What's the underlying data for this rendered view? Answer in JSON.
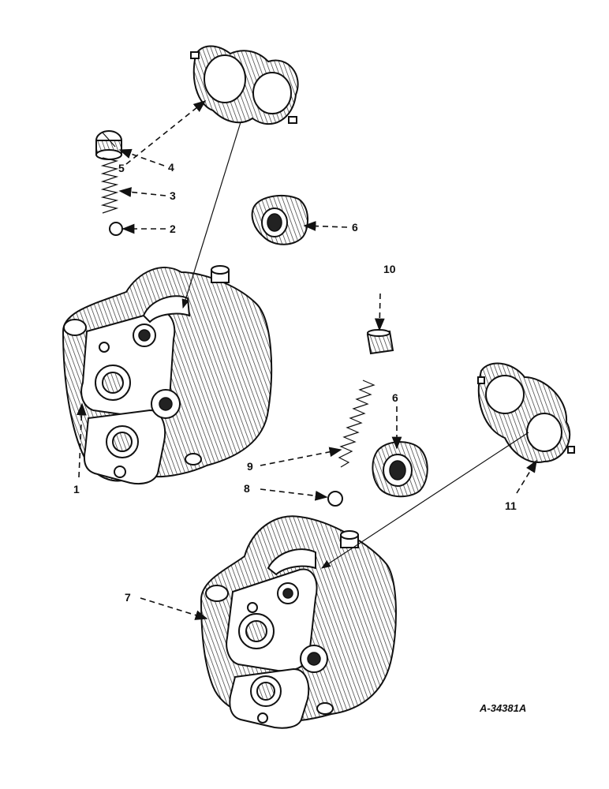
{
  "callouts": {
    "c1": "1",
    "c2": "2",
    "c3": "3",
    "c4": "4",
    "c5": "5",
    "c6a": "6",
    "c6b": "6",
    "c7": "7",
    "c8": "8",
    "c9": "9",
    "c10": "10",
    "c11": "11"
  },
  "figure_id": "A-34381A"
}
